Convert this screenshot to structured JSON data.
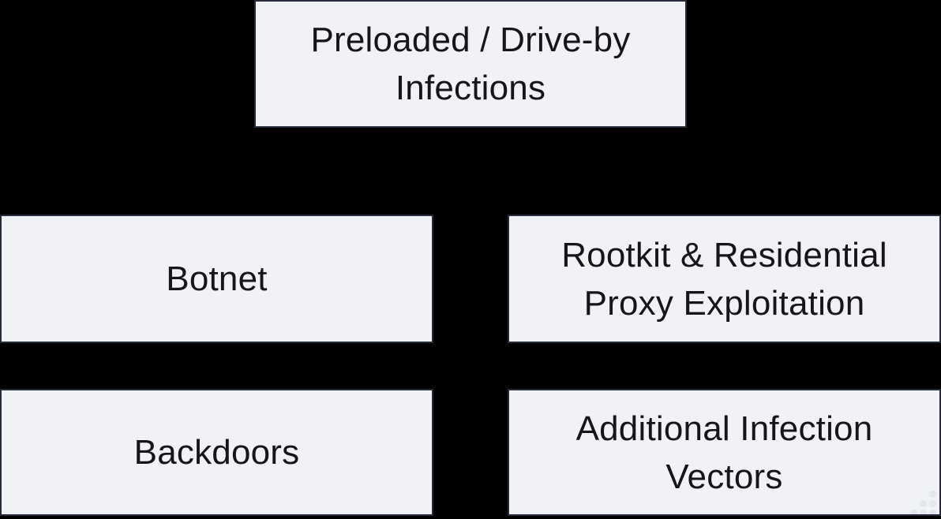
{
  "colors": {
    "background": "#000000",
    "node_fill": "#f1f2f6",
    "node_border": "#252b3a",
    "node_text": "#15161a",
    "watermark_dot": "#e4e7ee"
  },
  "diagram": {
    "type": "flowchart",
    "nodes": [
      {
        "name": "preloaded-drive-by-infections",
        "role": "root",
        "lines": [
          "Preloaded / Drive-by",
          "Infections"
        ]
      },
      {
        "name": "botnet",
        "role": "child",
        "lines": [
          "Botnet"
        ]
      },
      {
        "name": "rootkit-residential-proxy-exploitation",
        "role": "child",
        "lines": [
          "Rootkit & Residential",
          "Proxy Exploitation"
        ]
      },
      {
        "name": "backdoors",
        "role": "child",
        "lines": [
          "Backdoors"
        ]
      },
      {
        "name": "additional-infection-vectors",
        "role": "child",
        "lines": [
          "Additional Infection",
          "Vectors"
        ]
      }
    ]
  }
}
